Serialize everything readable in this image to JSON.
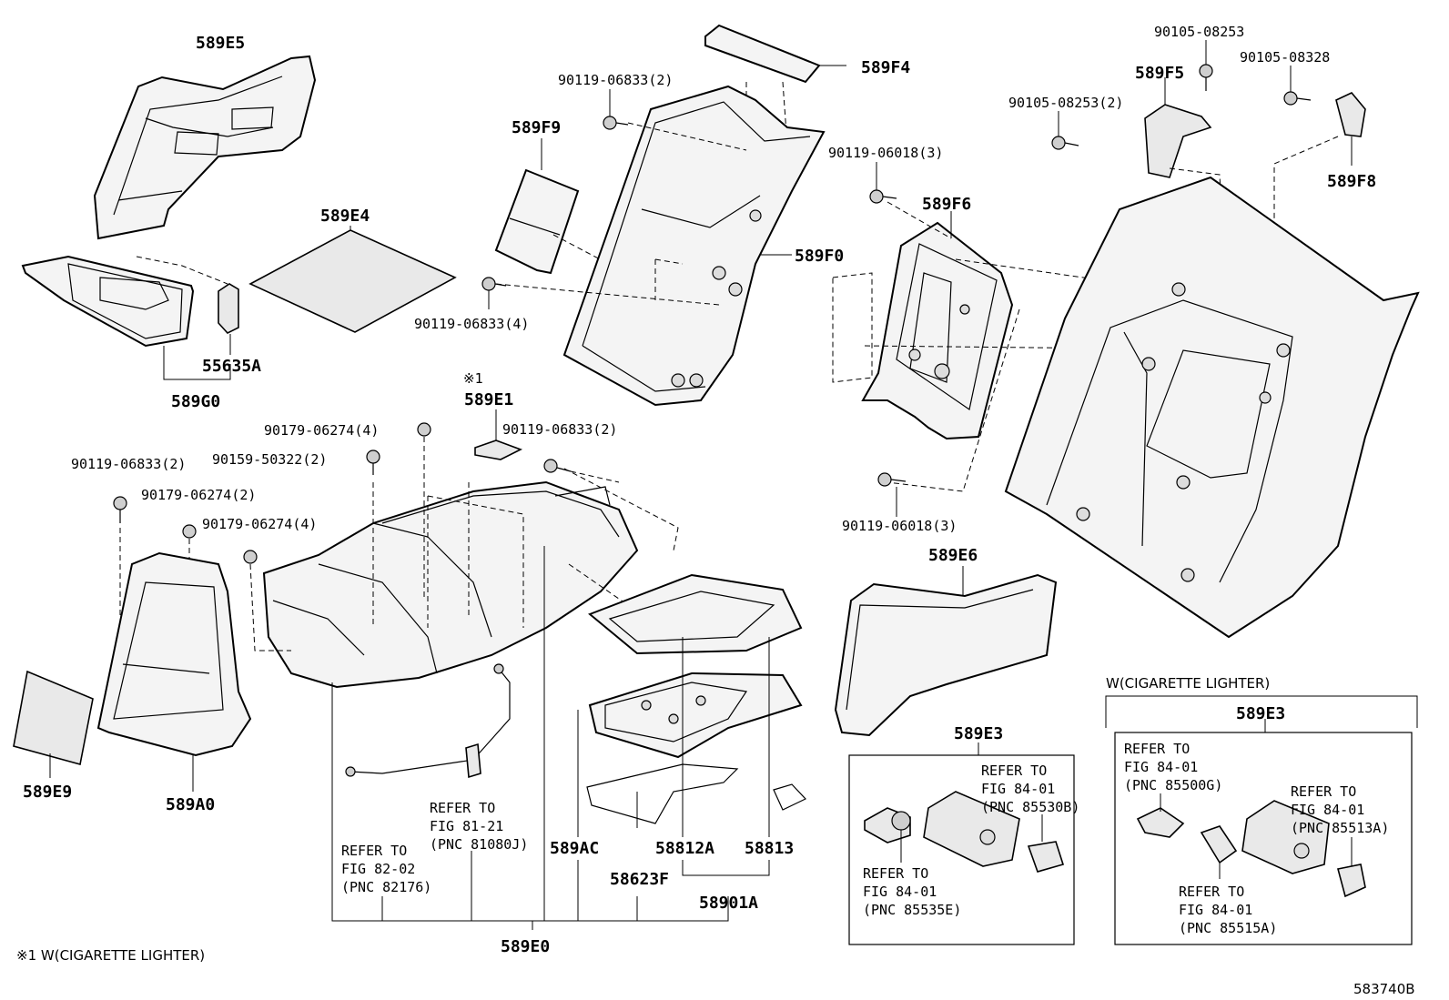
{
  "labels": {
    "589E5": "589E5",
    "589E4": "589E4",
    "55635A": "55635A",
    "589G0": "589G0",
    "589F9": "589F9",
    "589F4": "589F4",
    "589F0": "589F0",
    "589F6": "589F6",
    "589F5": "589F5",
    "589F8": "589F8",
    "589E1": "589E1",
    "589E1_note": "※1",
    "589E6": "589E6",
    "589E9": "589E9",
    "589A0": "589A0",
    "589AC": "589AC",
    "58812A": "58812A",
    "58813": "58813",
    "58623F": "58623F",
    "58901A": "58901A",
    "589E0": "589E0",
    "589E3_left": "589E3",
    "589E3_right": "589E3"
  },
  "fasteners": {
    "f_90119_06833_2_top": "90119-06833(2)",
    "f_90119_06833_4": "90119-06833(4)",
    "f_90119_06018_3_top": "90119-06018(3)",
    "f_90119_06018_3_bot": "90119-06018(3)",
    "f_90105_08253": "90105-08253",
    "f_90105_08253_2": "90105-08253(2)",
    "f_90105_08328": "90105-08328",
    "f_90179_06274_4_top": "90179-06274(4)",
    "f_90159_50322_2": "90159-50322(2)",
    "f_90119_06833_2_mid": "90119-06833(2)",
    "f_90119_06833_2_left": "90119-06833(2)",
    "f_90179_06274_2": "90179-06274(2)",
    "f_90179_06274_4_left": "90179-06274(4)"
  },
  "refs": {
    "ref_82_02": [
      "REFER TO",
      "FIG 82-02",
      "(PNC 82176)"
    ],
    "ref_81_21": [
      "REFER TO",
      "FIG 81-21",
      "(PNC 81080J)"
    ],
    "ref_85530B": [
      "REFER TO",
      "FIG 84-01",
      "(PNC 85530B)"
    ],
    "ref_85535E": [
      "REFER TO",
      "FIG 84-01",
      "(PNC 85535E)"
    ],
    "ref_85500G": [
      "REFER TO",
      "FIG 84-01",
      "(PNC 85500G)"
    ],
    "ref_85513A": [
      "REFER TO",
      "FIG 84-01",
      "(PNC 85513A)"
    ],
    "ref_85515A": [
      "REFER TO",
      "FIG 84-01",
      "(PNC 85515A)"
    ]
  },
  "notes": {
    "cig_lighter_header": "W(CIGARETTE LIGHTER)",
    "footnote": "※1 W(CIGARETTE LIGHTER)",
    "diagram_code": "583740B"
  }
}
